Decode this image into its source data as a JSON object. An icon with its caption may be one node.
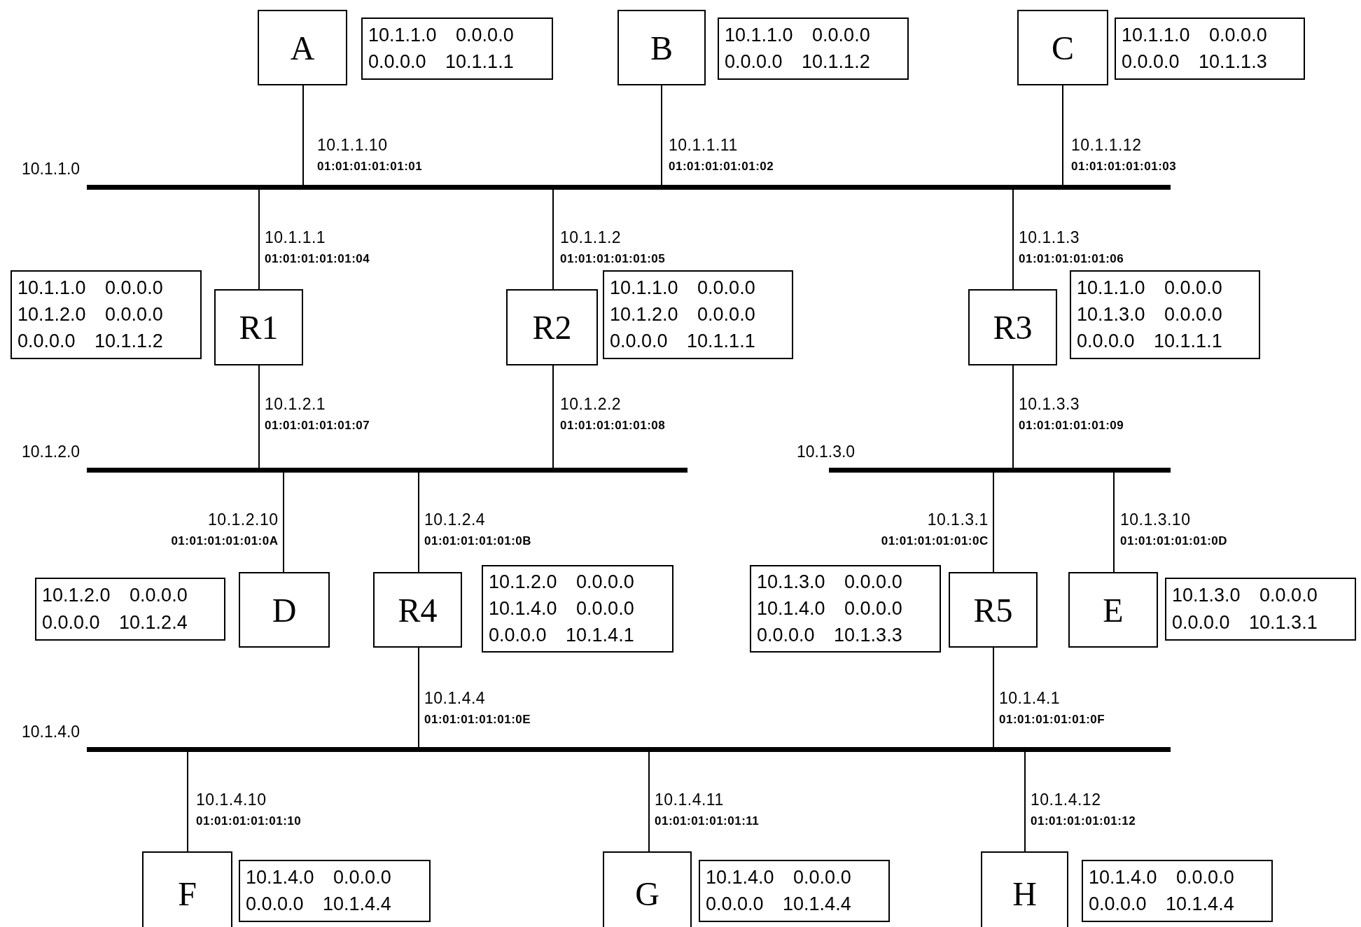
{
  "diagram": {
    "nodes": [
      {
        "text": [
          "A"
        ]
      },
      {
        "text": [
          "10.1.1.0 0.0.0.0",
          "0.0.0.0 10.1.1.1"
        ]
      },
      {
        "text": [
          "B"
        ]
      },
      {
        "text": [
          "10.1.1.0 0.0.0.0",
          "0.0.0.0 10.1.1.2"
        ]
      },
      {
        "text": [
          "C"
        ]
      },
      {
        "text": [
          "10.1.1.0 0.0.0.0",
          "0.0.0.0 10.1.1.3"
        ]
      },
      {
        "text": [],
        "shape": "bar",
        "beside": [
          "10.1.1.0"
        ]
      },
      {
        "text": [
          "10.1.1.0 0.0.0.0",
          "10.1.2.0 0.0.0.0",
          "0.0.0.0 10.1.1.2"
        ]
      },
      {
        "text": [
          "R1"
        ]
      },
      {
        "text": [
          "R2"
        ]
      },
      {
        "text": [
          "10.1.1.0 0.0.0.0",
          "10.1.2.0 0.0.0.0",
          "0.0.0.0 10.1.1.1"
        ]
      },
      {
        "text": [
          "R3"
        ]
      },
      {
        "text": [
          "10.1.1.0 0.0.0.0",
          "10.1.3.0 0.0.0.0",
          "0.0.0.0 10.1.1.1"
        ]
      },
      {
        "text": [],
        "shape": "bar",
        "beside": [
          "10.1.2.0"
        ]
      },
      {
        "text": [],
        "shape": "bar",
        "beside": [
          "10.1.3.0"
        ]
      },
      {
        "text": [
          "10.1.2.0 0.0.0.0",
          "0.0.0.0 10.1.2.4"
        ]
      },
      {
        "text": [
          "D"
        ]
      },
      {
        "text": [
          "R4"
        ]
      },
      {
        "text": [
          "10.1.2.0 0.0.0.0",
          "10.1.4.0 0.0.0.0",
          "0.0.0.0 10.1.4.1"
        ]
      },
      {
        "text": [
          "10.1.3.0 0.0.0.0",
          "10.1.4.0 0.0.0.0",
          "0.0.0.0 10.1.3.3"
        ]
      },
      {
        "text": [
          "R5"
        ]
      },
      {
        "text": [
          "E"
        ]
      },
      {
        "text": [
          "10.1.3.0 0.0.0.0",
          "0.0.0.0 10.1.3.1"
        ]
      },
      {
        "text": [],
        "shape": "bar",
        "beside": [
          "10.1.4.0"
        ]
      },
      {
        "text": [
          "F"
        ]
      },
      {
        "text": [
          "10.1.4.0 0.0.0.0",
          "0.0.0.0 10.1.4.4"
        ]
      },
      {
        "text": [
          "G"
        ]
      },
      {
        "text": [
          "10.1.4.0 0.0.0.0",
          "0.0.0.0 10.1.4.4"
        ]
      },
      {
        "text": [
          "H"
        ]
      },
      {
        "text": [
          "10.1.4.0 0.0.0.0",
          "0.0.0.0 10.1.4.4"
        ]
      }
    ],
    "edges": [
      {
        "from": 0,
        "to": 6,
        "arrow": "none",
        "label": "10.1.1.10 01:01:01:01:01:01"
      },
      {
        "from": 2,
        "to": 6,
        "arrow": "none",
        "label": "10.1.1.11 01:01:01:01:01:02"
      },
      {
        "from": 4,
        "to": 6,
        "arrow": "none",
        "label": "10.1.1.12 01:01:01:01:01:03"
      },
      {
        "from": 8,
        "to": 6,
        "arrow": "none",
        "label": "10.1.1.1 01:01:01:01:01:04"
      },
      {
        "from": 9,
        "to": 6,
        "arrow": "none",
        "label": "10.1.1.2 01:01:01:01:01:05"
      },
      {
        "from": 11,
        "to": 6,
        "arrow": "none",
        "label": "10.1.1.3 01:01:01:01:01:06"
      },
      {
        "from": 8,
        "to": 13,
        "arrow": "none",
        "label": "10.1.2.1 01:01:01:01:01:07"
      },
      {
        "from": 9,
        "to": 13,
        "arrow": "none",
        "label": "10.1.2.2 01:01:01:01:01:08"
      },
      {
        "from": 11,
        "to": 14,
        "arrow": "none",
        "label": "10.1.3.3 01:01:01:01:01:09"
      },
      {
        "from": 16,
        "to": 13,
        "arrow": "none",
        "label": "10.1.2.10 01:01:01:01:01:0A"
      },
      {
        "from": 17,
        "to": 13,
        "arrow": "none",
        "label": "10.1.2.4 01:01:01:01:01:0B"
      },
      {
        "from": 20,
        "to": 14,
        "arrow": "none",
        "label": "10.1.3.1 01:01:01:01:01:0C"
      },
      {
        "from": 21,
        "to": 14,
        "arrow": "none",
        "label": "10.1.3.10 01:01:01:01:01:0D"
      },
      {
        "from": 17,
        "to": 23,
        "arrow": "none",
        "label": "10.1.4.4 01:01:01:01:01:0E"
      },
      {
        "from": 20,
        "to": 23,
        "arrow": "none",
        "label": "10.1.4.1 01:01:01:01:01:0F"
      },
      {
        "from": 24,
        "to": 23,
        "arrow": "none",
        "label": "10.1.4.10 01:01:01:01:01:10"
      },
      {
        "from": 26,
        "to": 23,
        "arrow": "none",
        "label": "10.1.4.11 01:01:01:01:01:11"
      },
      {
        "from": 28,
        "to": 23,
        "arrow": "none",
        "label": "10.1.4.12 01:01:01:01:01:12"
      }
    ]
  }
}
